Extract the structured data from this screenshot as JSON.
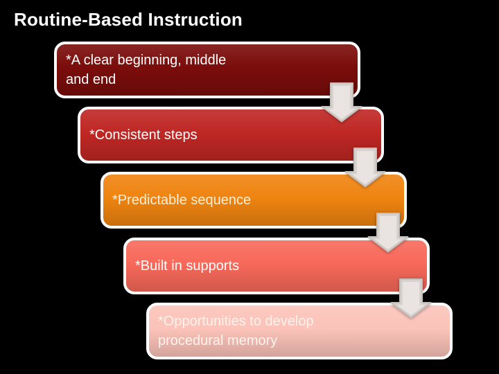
{
  "slide": {
    "title": "Routine-Based Instruction",
    "background_color": "#000000",
    "title_color": "#FFFFFF",
    "box_border_color": "#FFFFFF",
    "steps": [
      {
        "label": "*A clear beginning, middle\nand end",
        "fill": "#7A0D0B",
        "text_color": "#FFFFFF"
      },
      {
        "label": "*Consistent steps",
        "fill": "#BF2724",
        "text_color": "#FFFFFF"
      },
      {
        "label": "*Predictable sequence",
        "fill": "#EF8410",
        "text_color": "#FBEFD9"
      },
      {
        "label": "*Built in supports",
        "fill": "#F8695A",
        "text_color": "#FFFFFF"
      },
      {
        "label": "*Opportunities to develop\nprocedural memory",
        "fill": "#FBC3B9",
        "text_color": "#FFF3EE"
      }
    ],
    "arrow": {
      "fill": "#D8D2CF",
      "inner_fill": "#E9E4E1",
      "edge": "#C5BFBC"
    }
  }
}
